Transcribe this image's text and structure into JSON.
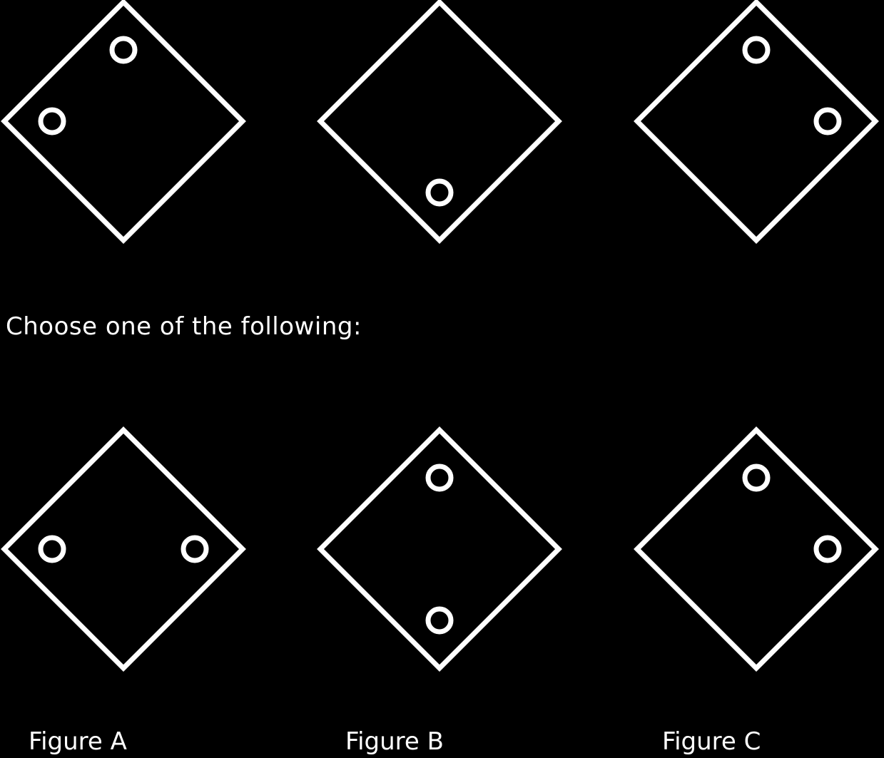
{
  "colors": {
    "background": "#000000",
    "stroke": "#ffffff"
  },
  "prompt": "Choose one of the following:",
  "sequence": [
    {
      "id": "sequence-1",
      "circles": [
        "top",
        "left"
      ]
    },
    {
      "id": "sequence-2",
      "circles": [
        "bottom"
      ]
    },
    {
      "id": "sequence-3",
      "circles": [
        "top",
        "right"
      ]
    }
  ],
  "options": [
    {
      "id": "option-a",
      "label": "Figure A",
      "circles": [
        "left",
        "right"
      ]
    },
    {
      "id": "option-b",
      "label": "Figure B",
      "circles": [
        "top",
        "bottom"
      ]
    },
    {
      "id": "option-c",
      "label": "Figure C",
      "circles": [
        "top",
        "right"
      ]
    }
  ]
}
